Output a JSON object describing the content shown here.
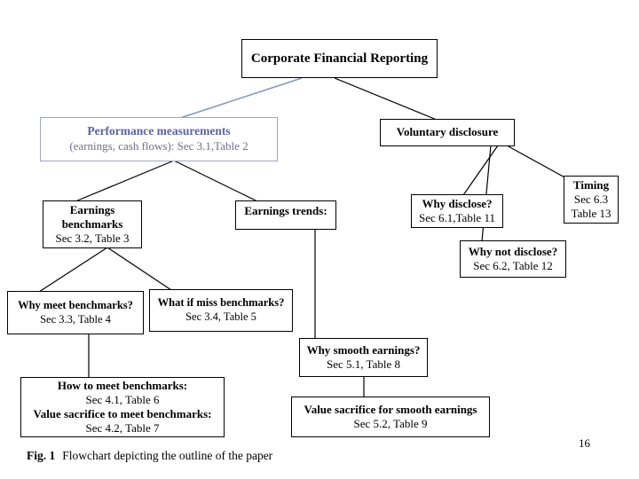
{
  "nodes": {
    "root": {
      "title": "Corporate Financial Reporting"
    },
    "performance": {
      "title": "Performance measurements",
      "subtitle": "(earnings, cash flows): Sec 3.1,Table 2"
    },
    "voluntary": {
      "title": "Voluntary disclosure"
    },
    "benchmarks": {
      "title": "Earnings benchmarks",
      "subtitle": "Sec 3.2, Table 3"
    },
    "trends": {
      "title": "Earnings trends:"
    },
    "why_disclose": {
      "title": "Why disclose?",
      "subtitle": "Sec 6.1,Table 11"
    },
    "timing": {
      "title": "Timing",
      "line1": "Sec 6.3",
      "line2": "Table 13"
    },
    "why_not_disclose": {
      "title": "Why not disclose?",
      "subtitle": "Sec 6.2, Table 12"
    },
    "why_meet": {
      "title": "Why meet benchmarks?",
      "subtitle": "Sec 3.3, Table 4"
    },
    "what_if_miss": {
      "title": "What if miss benchmarks?",
      "subtitle": "Sec 3.4, Table 5"
    },
    "why_smooth": {
      "title": "Why smooth earnings?",
      "subtitle": "Sec 5.1, Table 8"
    },
    "how_to_meet": {
      "title": "How to meet benchmarks:",
      "subtitle": "Sec 4.1, Table 6",
      "title2": "Value sacrifice to meet benchmarks:",
      "subtitle2": "Sec 4.2, Table 7"
    },
    "value_sacrifice_smooth": {
      "title": "Value sacrifice for smooth earnings",
      "subtitle": "Sec 5.2, Table 9"
    }
  },
  "edges": [
    {
      "from": "root",
      "to": "performance"
    },
    {
      "from": "root",
      "to": "voluntary"
    },
    {
      "from": "performance",
      "to": "benchmarks"
    },
    {
      "from": "performance",
      "to": "trends"
    },
    {
      "from": "benchmarks",
      "to": "why_meet"
    },
    {
      "from": "benchmarks",
      "to": "what_if_miss"
    },
    {
      "from": "trends",
      "to": "why_smooth"
    },
    {
      "from": "why_meet",
      "to": "how_to_meet"
    },
    {
      "from": "why_smooth",
      "to": "value_sacrifice_smooth"
    },
    {
      "from": "voluntary",
      "to": "why_disclose"
    },
    {
      "from": "voluntary",
      "to": "timing"
    },
    {
      "from": "voluntary",
      "to": "why_not_disclose"
    }
  ],
  "colors": {
    "accent_blue_text": "#5c61a8",
    "muted_blue_subtitle": "#6e6e82",
    "muted_blue_border": "#a0a6c0",
    "blue_connector": "#8593bb",
    "black": "#000000"
  },
  "footer": {
    "caption_label": "Fig. 1",
    "caption_text": "Flowchart depicting the outline of the paper",
    "page_number": "16"
  }
}
